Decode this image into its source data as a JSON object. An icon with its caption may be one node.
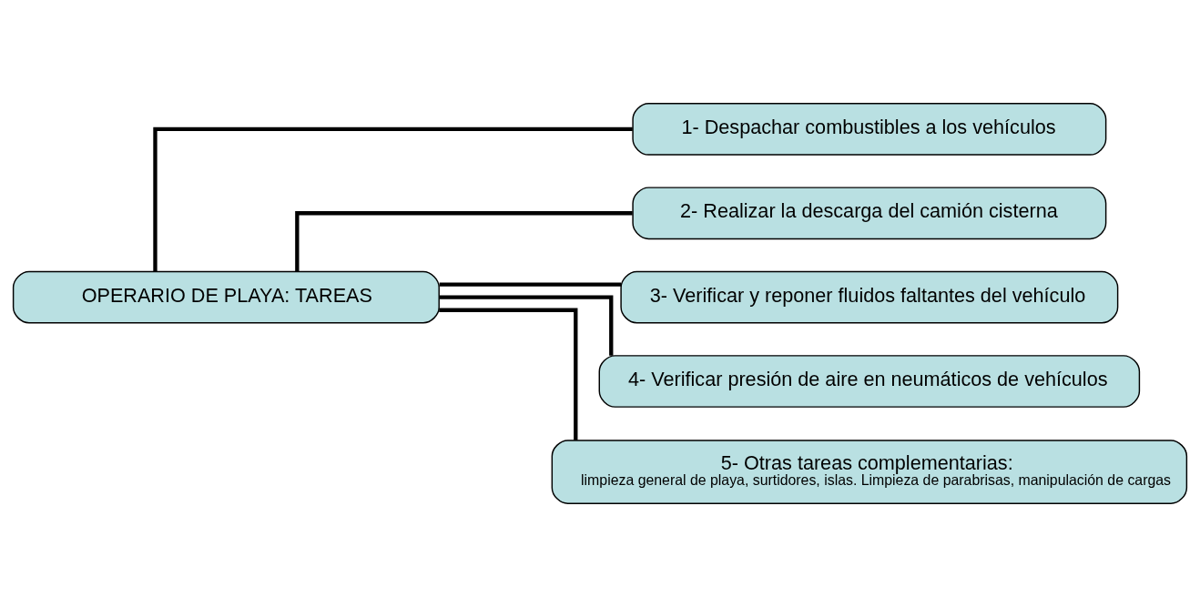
{
  "diagram": {
    "nodes": [
      {
        "text": [
          "OPERARIO DE PLAYA: TAREAS"
        ]
      },
      {
        "text": [
          "1- Despachar combustibles a los vehículos"
        ]
      },
      {
        "text": [
          "2- Realizar la descarga del camión cisterna"
        ]
      },
      {
        "text": [
          "3- Verificar y reponer fluidos faltantes del vehículo"
        ]
      },
      {
        "text": [
          "4- Verificar presión de aire en neumáticos de vehículos"
        ]
      },
      {
        "text": [
          "5- Otras tareas complementarias:",
          "limpieza general de playa, surtidores, islas. Limpieza de parabrisas, manipulación de cargas"
        ]
      }
    ],
    "edges": [
      {
        "from": 0,
        "to": 1,
        "arrow": "none"
      },
      {
        "from": 0,
        "to": 2,
        "arrow": "none"
      },
      {
        "from": 0,
        "to": 3,
        "arrow": "none"
      },
      {
        "from": 0,
        "to": 4,
        "arrow": "none"
      },
      {
        "from": 0,
        "to": 5,
        "arrow": "none"
      }
    ]
  }
}
